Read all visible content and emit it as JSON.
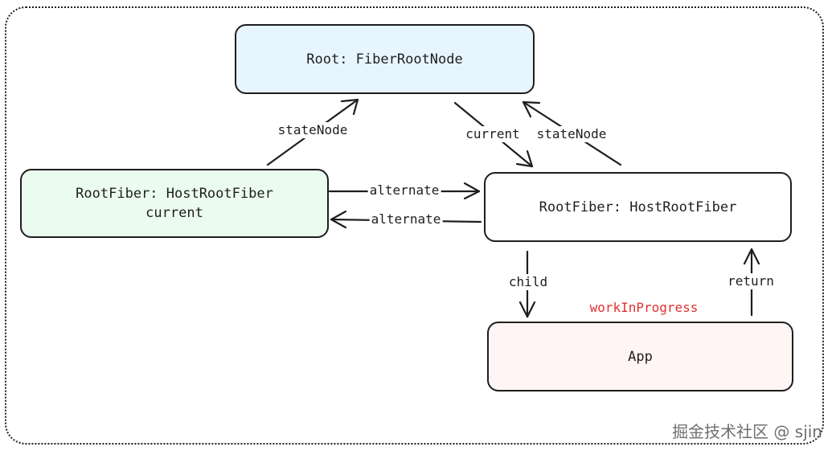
{
  "nodes": {
    "root": {
      "label": "Root: FiberRootNode"
    },
    "current": {
      "label": "RootFiber: HostRootFiber",
      "sublabel": "current"
    },
    "wip": {
      "label": "RootFiber: HostRootFiber"
    },
    "app": {
      "label": "App"
    }
  },
  "edges": {
    "state_node_left": "stateNode",
    "current": "current",
    "state_node_right": "stateNode",
    "alternate_top": "alternate",
    "alternate_bottom": "alternate",
    "child": "child",
    "return": "return"
  },
  "annotation": {
    "work_in_progress": "workInProgress",
    "color": "#e03131"
  },
  "colors": {
    "root_fill": "#e7f5ff",
    "current_fill": "#ebfbee",
    "app_fill": "#fff5f5",
    "stroke": "#1e1e1e"
  },
  "watermark": "掘金技术社区 @ sjin"
}
